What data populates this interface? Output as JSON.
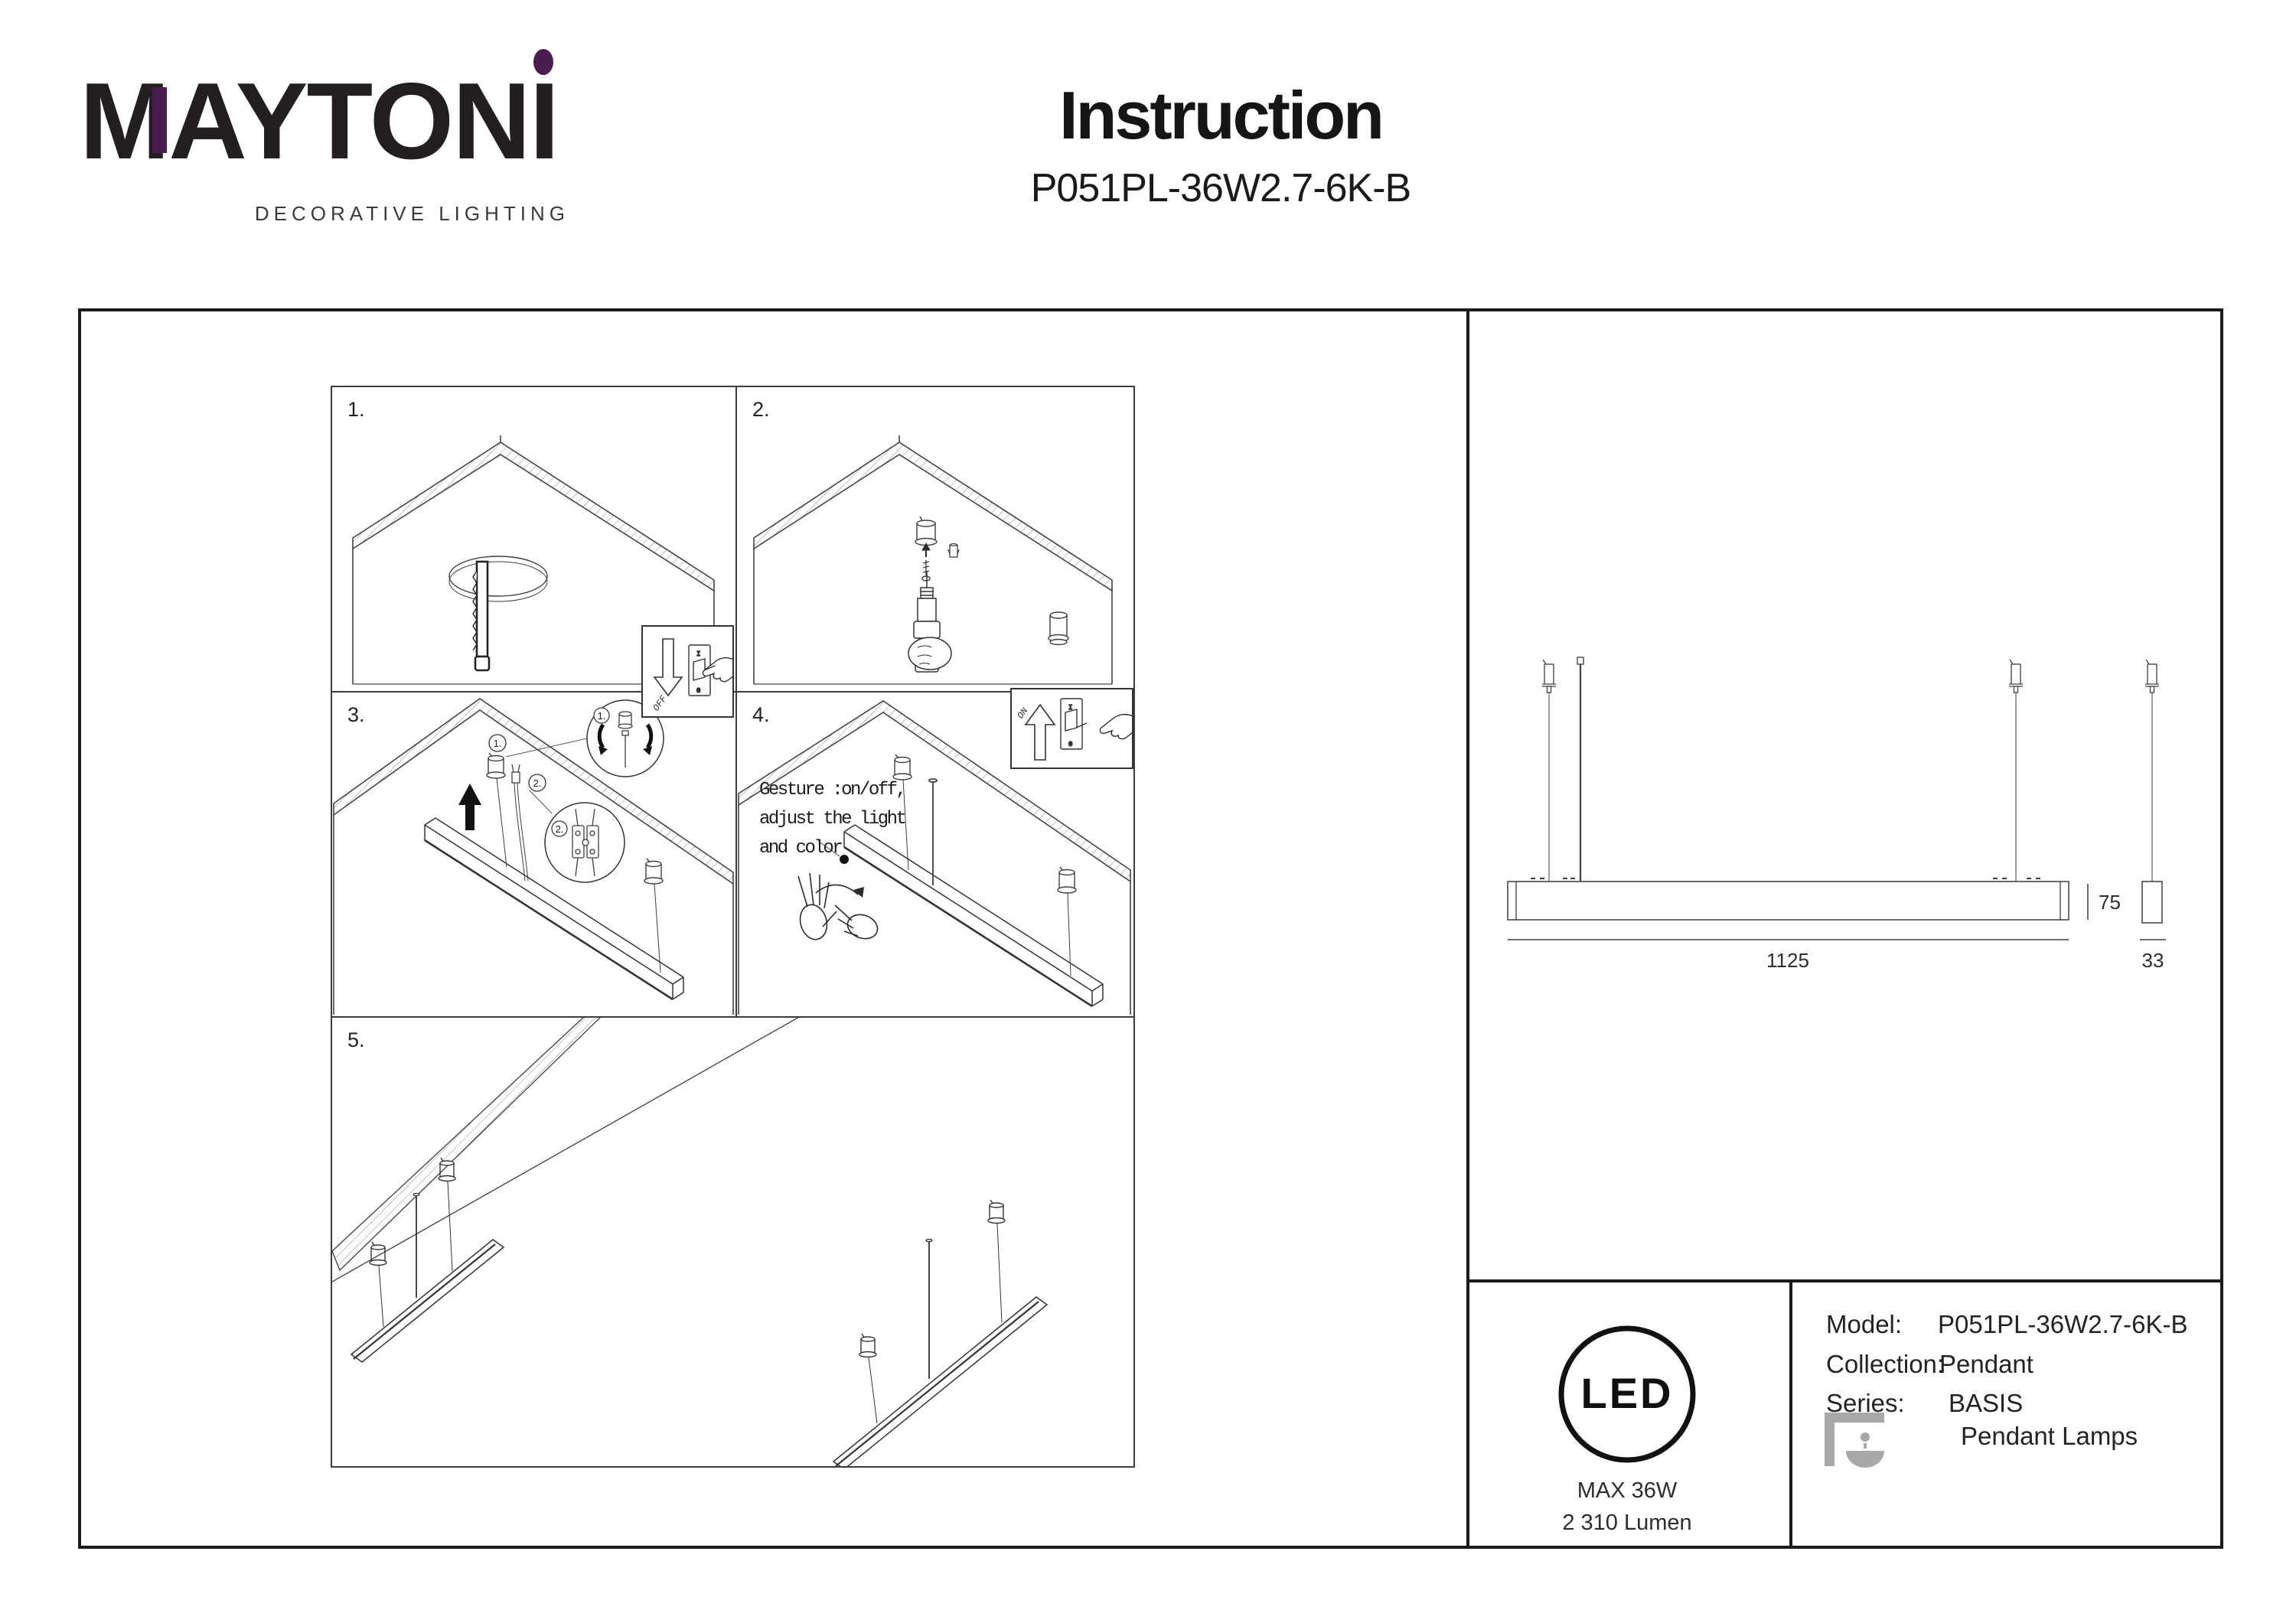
{
  "brand": {
    "m": "M",
    "mid": "AYTON",
    "last": "I",
    "tagline": "DECORATIVE LIGHTING"
  },
  "header": {
    "title": "Instruction",
    "model": "P051PL-36W2.7-6K-B"
  },
  "steps": {
    "one": "1.",
    "two": "2.",
    "three": "3.",
    "four": "4.",
    "five": "5."
  },
  "step4_note": {
    "line1": "Gesture :on/off,",
    "line2": "adjust the light",
    "line3": "and color"
  },
  "callouts": {
    "one": "1.",
    "two": "2."
  },
  "switches": {
    "off": "OFF",
    "on": "ON",
    "i": "I",
    "o": "0"
  },
  "dimensions": {
    "length": "1125",
    "height": "75",
    "width": "33"
  },
  "led_badge": {
    "text": "LED",
    "max": "MAX 36W",
    "lumen": "2 310 Lumen"
  },
  "spec_table": {
    "model_label": "Model:",
    "model_value": "P051PL-36W2.7-6K-B",
    "collection_label": "Collection:",
    "collection_value": "Pendant",
    "series_label": "Series:",
    "series_value": "BASIS",
    "category_value": "Pendant Lamps"
  },
  "colors": {
    "accent_purple": "#4b1c4f",
    "line_art": "#3f3f3f",
    "icon_gray": "#a8a8a8"
  }
}
